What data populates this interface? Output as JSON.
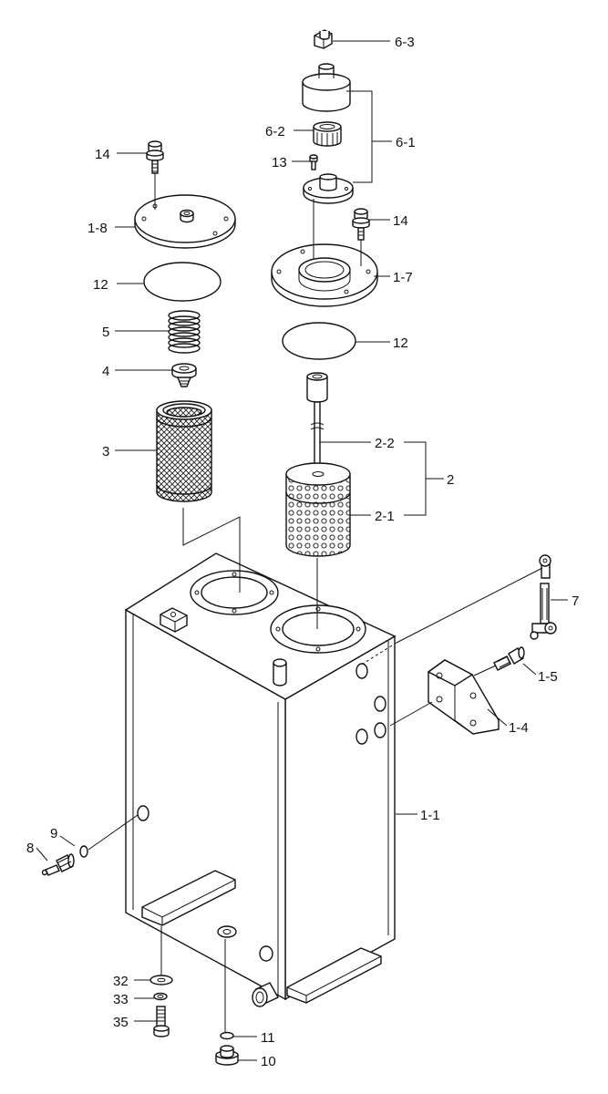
{
  "labels": {
    "p6_3": "6-3",
    "p6_2": "6-2",
    "p6_1": "6-1",
    "p13": "13",
    "p14_left": "14",
    "p14_right": "14",
    "p1_8": "1-8",
    "p1_7": "1-7",
    "p12_left": "12",
    "p12_right": "12",
    "p5": "5",
    "p4": "4",
    "p3": "3",
    "p2_2": "2-2",
    "p2": "2",
    "p2_1": "2-1",
    "p7": "7",
    "p1_5": "1-5",
    "p1_4": "1-4",
    "p1_1": "1-1",
    "p9": "9",
    "p8": "8",
    "p32": "32",
    "p33": "33",
    "p35": "35",
    "p11": "11",
    "p10": "10"
  }
}
